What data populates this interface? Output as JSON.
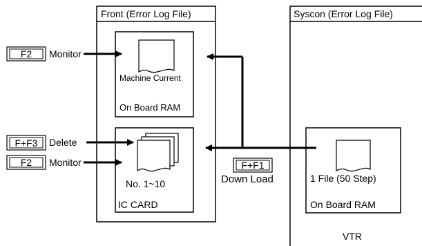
{
  "front": {
    "title": "Front (Error Log File)",
    "ram": {
      "file_label": "Machine Current",
      "label": "On Board RAM"
    },
    "card": {
      "file_label": "No. 1~10",
      "label": "IC CARD"
    }
  },
  "syscon": {
    "title": "Syscon (Error Log File)",
    "ram": {
      "file_label": "1 File (50 Step)",
      "label": "On Board RAM"
    },
    "device": "VTR"
  },
  "keys": {
    "monitor_top": {
      "key": "F2",
      "label": "Monitor"
    },
    "delete": {
      "key": "F+F3",
      "label": "Delete"
    },
    "monitor_bottom": {
      "key": "F2",
      "label": "Monitor"
    },
    "download": {
      "key": "F+F1",
      "label": "Down Load"
    }
  }
}
